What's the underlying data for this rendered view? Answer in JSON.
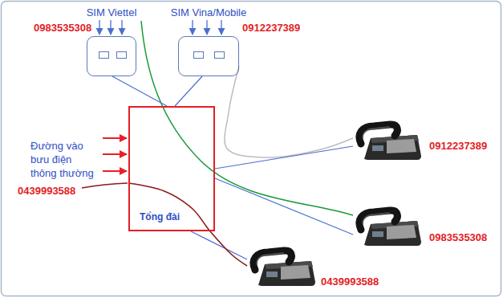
{
  "diagram": {
    "nodes": [
      {
        "text": [
          "SIM Viettel"
        ]
      },
      {
        "text": [
          "SIM Vina/Mobile"
        ]
      },
      {
        "text": [
          "Tổng đài"
        ]
      },
      {
        "text": [
          "0912237389"
        ]
      },
      {
        "text": [
          "0983535308"
        ]
      },
      {
        "text": [
          "0439993588"
        ]
      }
    ],
    "edges": [
      {
        "from": 0,
        "to": 2,
        "arrow": "none"
      },
      {
        "from": 1,
        "to": 2,
        "arrow": "none"
      },
      {
        "from": 1,
        "to": 3,
        "arrow": "none"
      },
      {
        "from": 2,
        "to": 3,
        "arrow": "none"
      },
      {
        "from": 2,
        "to": 4,
        "arrow": "none"
      },
      {
        "from": 2,
        "to": 5,
        "arrow": "none"
      },
      {
        "from": 2,
        "to": 5,
        "arrow": "none"
      }
    ],
    "labels": [
      "0983535308",
      "0912237389",
      "Đường vào bưu điện thông thường",
      "0439993588"
    ]
  }
}
